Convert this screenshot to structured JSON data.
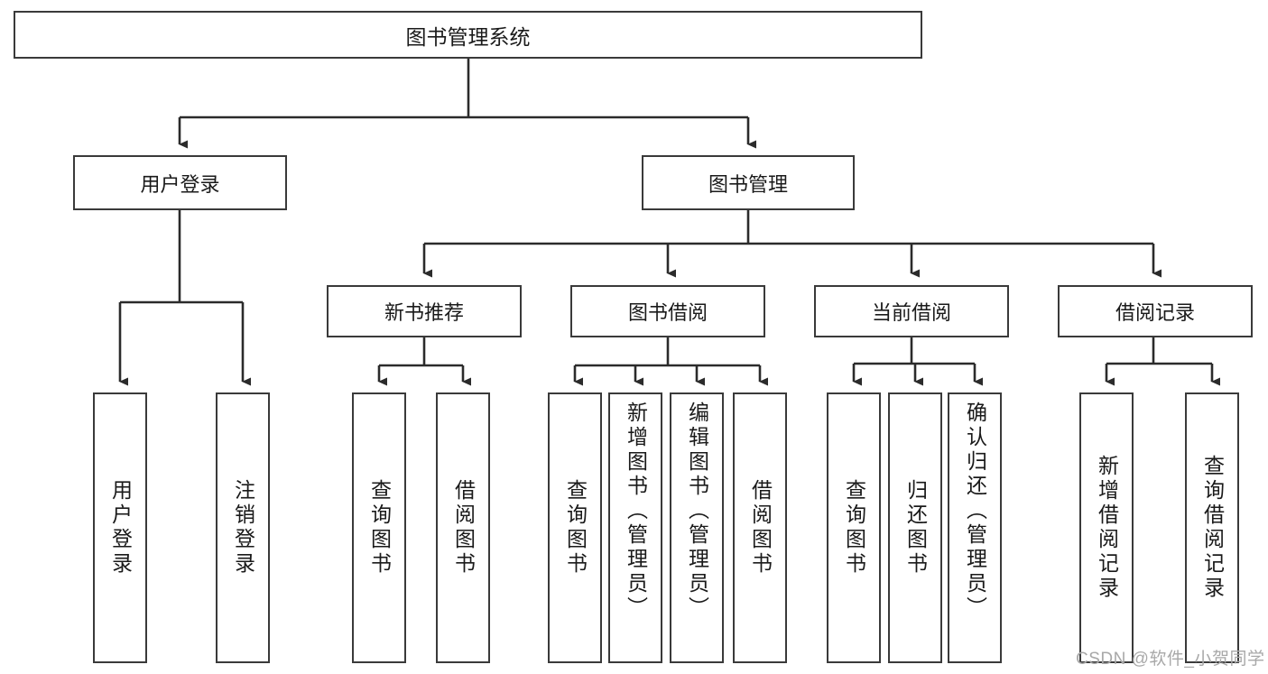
{
  "diagram": {
    "title": "图书管理系统",
    "type": "tree-hierarchy-chart",
    "root": {
      "label": "图书管理系统"
    },
    "level1": [
      {
        "label": "用户登录"
      },
      {
        "label": "图书管理"
      }
    ],
    "level2": [
      {
        "label": "新书推荐"
      },
      {
        "label": "图书借阅"
      },
      {
        "label": "当前借阅"
      },
      {
        "label": "借阅记录"
      }
    ],
    "leaves": {
      "user_login": [
        {
          "label": "用户登录"
        },
        {
          "label": "注销登录"
        }
      ],
      "new_book_recommend": [
        {
          "label": "查询图书"
        },
        {
          "label": "借阅图书"
        }
      ],
      "book_borrow": [
        {
          "label": "查询图书"
        },
        {
          "label": "新增图书（管理员）"
        },
        {
          "label": "编辑图书（管理员）"
        },
        {
          "label": "借阅图书"
        }
      ],
      "current_borrow": [
        {
          "label": "查询图书"
        },
        {
          "label": "归还图书"
        },
        {
          "label": "确认归还（管理员）"
        }
      ],
      "borrow_record": [
        {
          "label": "新增借阅记录"
        },
        {
          "label": "查询借阅记录"
        }
      ]
    }
  },
  "watermark": {
    "text": "CSDN @软件_小贺同学"
  },
  "colors": {
    "stroke": "#3a3a3a",
    "background": "#ffffff",
    "text": "#1a1a1a",
    "watermark": "#a8a8a8"
  }
}
